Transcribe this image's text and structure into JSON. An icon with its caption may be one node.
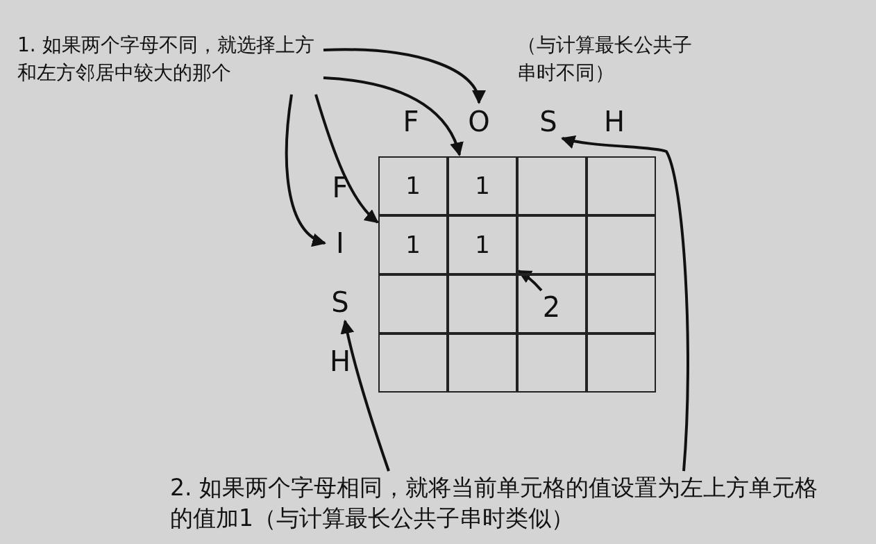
{
  "diagram": {
    "nodes": [
      {
        "text": [
          "1. 如果两个字母不同，就选择上方和左方邻居中较大的那个"
        ]
      },
      {
        "text": [
          "F"
        ]
      },
      {
        "text": [
          "O"
        ]
      },
      {
        "text": [
          "S"
        ]
      },
      {
        "text": [
          "H"
        ]
      },
      {
        "text": [
          "F"
        ]
      },
      {
        "text": [
          "1"
        ]
      },
      {
        "text": [
          "1"
        ]
      },
      {
        "text": [],
        "shape": "box"
      },
      {
        "text": [],
        "shape": "box"
      },
      {
        "text": [
          "I"
        ]
      },
      {
        "text": [
          "1"
        ]
      },
      {
        "text": [
          "1"
        ]
      },
      {
        "text": [],
        "shape": "box"
      },
      {
        "text": [],
        "shape": "box"
      },
      {
        "text": [
          "S"
        ]
      },
      {
        "text": [],
        "shape": "box"
      },
      {
        "text": [],
        "shape": "box"
      },
      {
        "text": [],
        "shape": "box"
      },
      {
        "text": [],
        "shape": "box"
      },
      {
        "text": [
          "2"
        ],
        "in": 18
      },
      {
        "text": [
          "H"
        ]
      },
      {
        "text": [],
        "shape": "box"
      },
      {
        "text": [],
        "shape": "box"
      },
      {
        "text": [],
        "shape": "box"
      },
      {
        "text": [],
        "shape": "box"
      },
      {
        "text": [
          "2. 如果两个字母相同，就将当前单元格的值设置为左上方单元格的值加1（与计算最长公共子串时类似）"
        ]
      }
    ],
    "edges": [
      {
        "from": 0,
        "to": 2,
        "arrow": "to"
      },
      {
        "from": 0,
        "to": 7,
        "arrow": "to"
      },
      {
        "from": 0,
        "to": 10,
        "arrow": "to"
      },
      {
        "from": 0,
        "to": 11,
        "arrow": "to"
      },
      {
        "from": 20,
        "to": 12,
        "arrow": "to"
      },
      {
        "from": 26,
        "to": 15,
        "arrow": "to"
      },
      {
        "from": 26,
        "to": 3,
        "arrow": "to"
      }
    ],
    "labels": [
      "（与计算最长公共子串时不同）"
    ]
  }
}
